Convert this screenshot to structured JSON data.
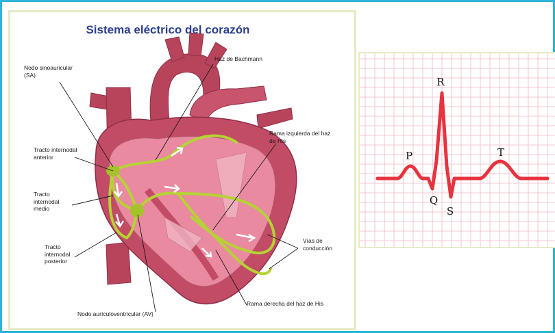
{
  "diagram": {
    "title": "Sistema eléctrico del corazón",
    "labels": {
      "sa_node": "Nodo sinoauricular\n(SA)",
      "bachmann": "Haz de Bachmann",
      "left_bundle": "Rama izquierda del haz\nde His",
      "anterior_tract": "Tracto internodal\nanterior",
      "middle_tract": "Tracto\ninternodal\nmedio",
      "posterior_tract": "Tracto\ninternodal\nposterior",
      "conduction": "Vías de\nconducción",
      "right_bundle": "Rama derecha del haz de His",
      "av_node": "Nodo aurículoventricular (AV)"
    }
  },
  "ecg": {
    "markers": {
      "P": "P",
      "Q": "Q",
      "R": "R",
      "S": "S",
      "T": "T"
    }
  },
  "colors": {
    "frame": "#2fb3d6",
    "panel_border": "#e4ebc4",
    "title": "#2c3f8f",
    "heart_outer": "#c24b65",
    "heart_inner": "#e98aa0",
    "conduction_path": "#b5d334",
    "ecg_trace": "#e8333f",
    "ecg_grid": "#f2b8c3"
  }
}
